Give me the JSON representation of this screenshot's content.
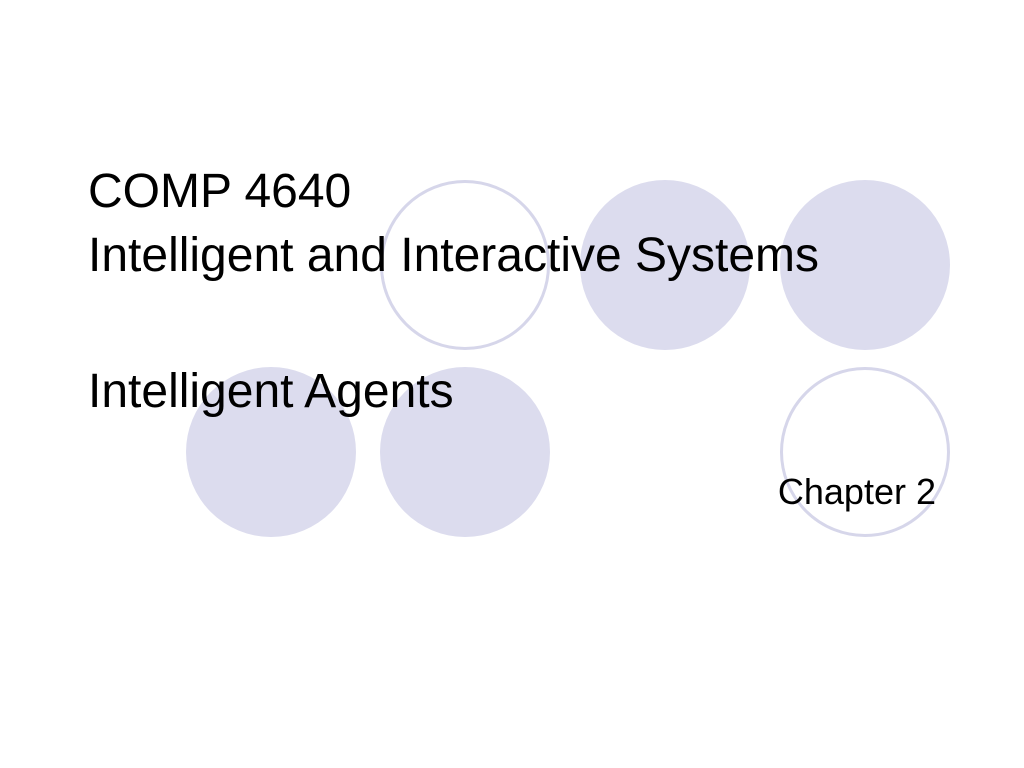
{
  "slide": {
    "title": {
      "course_code": "COMP 4640",
      "course_name": "Intelligent and Interactive Systems",
      "topic": "Intelligent Agents"
    },
    "subtitle": "Chapter 2"
  },
  "colors": {
    "circle_fill": "#dcdcee",
    "circle_outline": "#d6d6ea",
    "background": "#ffffff",
    "text": "#000000"
  }
}
